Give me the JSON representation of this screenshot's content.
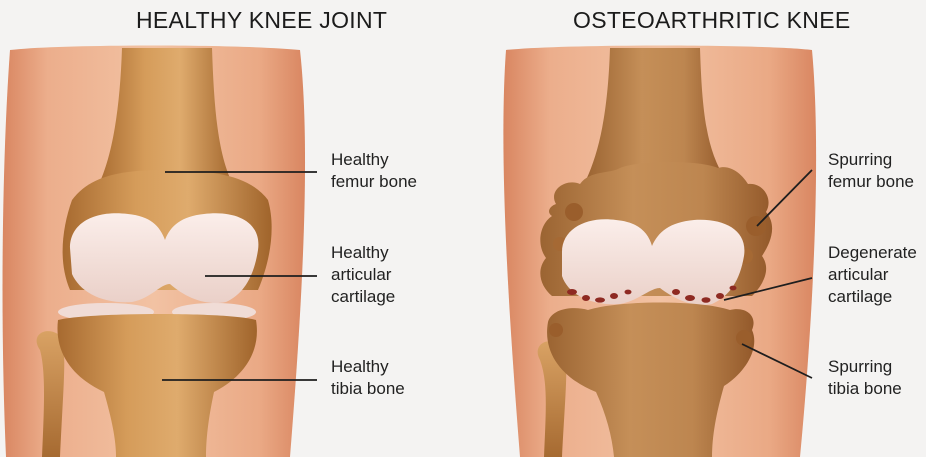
{
  "panels": {
    "healthy": {
      "title": "HEALTHY KNEE JOINT",
      "labels": {
        "femur": [
          "Healthy",
          "femur bone"
        ],
        "cartilage": [
          "Healthy",
          "articular",
          "cartilage"
        ],
        "tibia": [
          "Healthy",
          "tibia bone"
        ]
      }
    },
    "osteoarthritic": {
      "title": "OSTEOARTHRITIC KNEE",
      "labels": {
        "femur": [
          "Spurring",
          "femur bone"
        ],
        "cartilage": [
          "Degenerate",
          "articular",
          "cartilage"
        ],
        "tibia": [
          "Spurring",
          "tibia bone"
        ]
      }
    }
  },
  "colors": {
    "background": "#f4f3f2",
    "skin": "#e8a57f",
    "bone": "#c98c4c",
    "cartilage": "#f5ddd6",
    "degeneration": "#8e2a22"
  }
}
